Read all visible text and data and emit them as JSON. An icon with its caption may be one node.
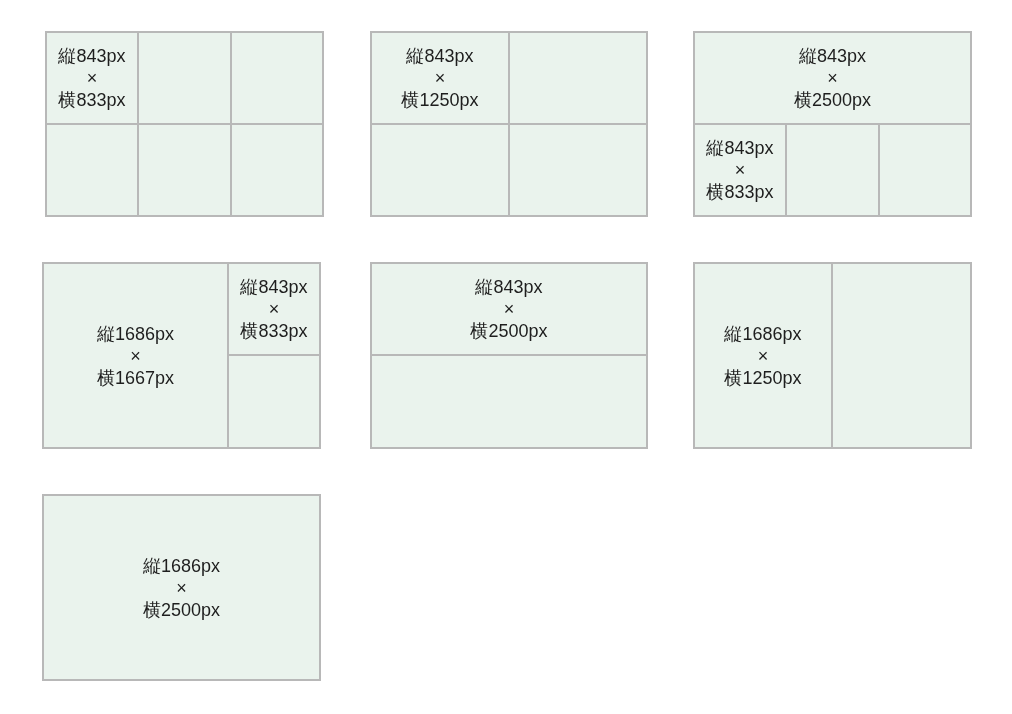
{
  "diagram": {
    "nodes": [
      {
        "text": [],
        "shape": "box"
      },
      {
        "text": [
          "縦843px × 横833px"
        ],
        "in": 0
      },
      {
        "text": [],
        "shape": "box",
        "in": 0
      },
      {
        "text": [],
        "shape": "box",
        "in": 0
      },
      {
        "text": [],
        "shape": "box",
        "in": 0
      },
      {
        "text": [],
        "shape": "box",
        "in": 0
      },
      {
        "text": [],
        "shape": "box",
        "in": 0
      },
      {
        "text": [],
        "shape": "box"
      },
      {
        "text": [
          "縦843px × 横1250px"
        ],
        "in": 7
      },
      {
        "text": [],
        "shape": "box",
        "in": 7
      },
      {
        "text": [],
        "shape": "box",
        "in": 7
      },
      {
        "text": [],
        "shape": "box",
        "in": 7
      },
      {
        "text": [],
        "shape": "box"
      },
      {
        "text": [
          "縦843px × 横2500px"
        ],
        "in": 12
      },
      {
        "text": [
          "縦843px × 横833px"
        ],
        "in": 12
      },
      {
        "text": [],
        "shape": "box",
        "in": 12
      },
      {
        "text": [],
        "shape": "box",
        "in": 12
      },
      {
        "text": [],
        "shape": "box"
      },
      {
        "text": [
          "縦1686px × 横1667px"
        ],
        "in": 17
      },
      {
        "text": [
          "縦843px × 横833px"
        ],
        "in": 17
      },
      {
        "text": [],
        "shape": "box",
        "in": 17
      },
      {
        "text": [],
        "shape": "box"
      },
      {
        "text": [
          "縦843px × 横2500px"
        ],
        "in": 21
      },
      {
        "text": [],
        "shape": "box",
        "in": 21
      },
      {
        "text": [],
        "shape": "box"
      },
      {
        "text": [
          "縦1686px × 横1250px"
        ],
        "in": 24
      },
      {
        "text": [],
        "shape": "box",
        "in": 24
      },
      {
        "text": [
          "縦1686px × 横2500px"
        ]
      }
    ]
  }
}
